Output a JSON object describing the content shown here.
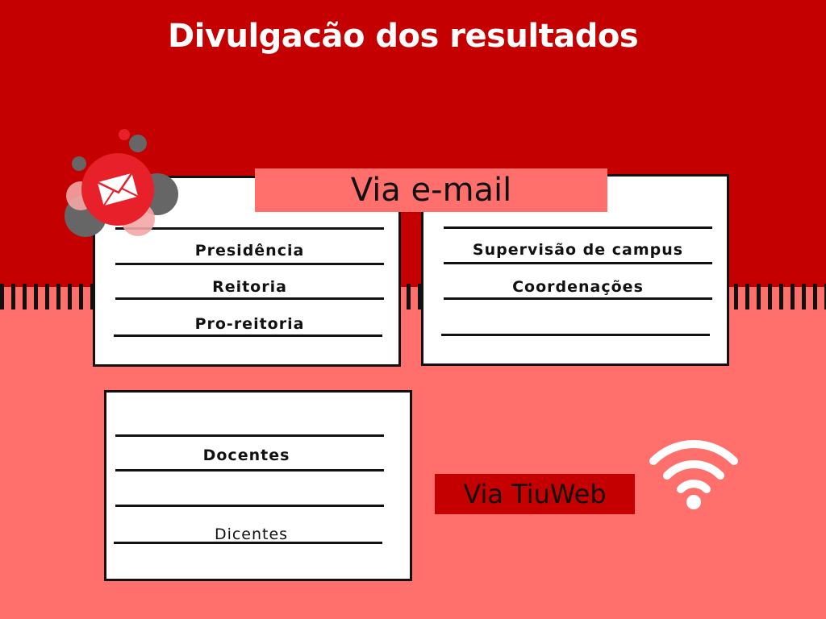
{
  "title": "Divulgacão dos resultados",
  "email_banner": "Via e-mail",
  "tiuweb_banner": "Via TiuWeb",
  "card_left": {
    "items": [
      "Presidência",
      "Reitoria",
      "Pro-reitoria"
    ]
  },
  "card_right": {
    "items": [
      "Supervisão de campus",
      "Coordenações"
    ]
  },
  "card_bottom": {
    "items": [
      "Docentes",
      "Dicentes"
    ]
  },
  "icons": {
    "mail": "envelope-icon",
    "wifi": "wifi-icon"
  },
  "colors": {
    "dark_red": "#c40000",
    "salmon": "#ff706c"
  }
}
